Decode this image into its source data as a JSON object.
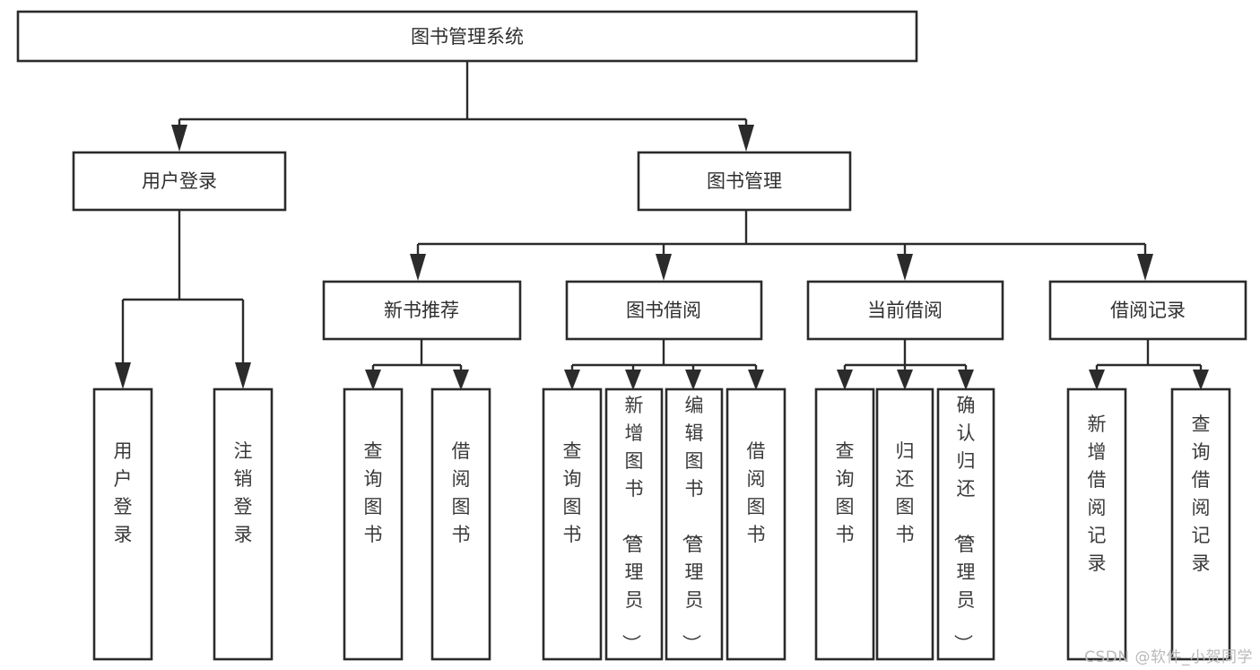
{
  "diagram": {
    "title": "图书管理系统",
    "type": "tree-hierarchy-chart",
    "root": {
      "id": "root",
      "label": "图书管理系统",
      "orientation": "horizontal"
    },
    "level2": [
      {
        "id": "user-login",
        "label": "用户登录",
        "orientation": "horizontal"
      },
      {
        "id": "book-manage",
        "label": "图书管理",
        "orientation": "horizontal"
      }
    ],
    "level3": [
      {
        "id": "new-book-recommend",
        "label": "新书推荐",
        "orientation": "horizontal",
        "parent": "book-manage"
      },
      {
        "id": "book-borrow",
        "label": "图书借阅",
        "orientation": "horizontal",
        "parent": "book-manage"
      },
      {
        "id": "current-borrow",
        "label": "当前借阅",
        "orientation": "horizontal",
        "parent": "book-manage"
      },
      {
        "id": "borrow-record",
        "label": "借阅记录",
        "orientation": "horizontal",
        "parent": "book-manage"
      }
    ],
    "leaves": [
      {
        "id": "leaf-user-login",
        "label": "用户登录",
        "orientation": "vertical",
        "parent": "user-login"
      },
      {
        "id": "leaf-logout-login",
        "label": "注销登录",
        "orientation": "vertical",
        "parent": "user-login"
      },
      {
        "id": "leaf-query-book-1",
        "label": "查询图书",
        "orientation": "vertical",
        "parent": "new-book-recommend"
      },
      {
        "id": "leaf-borrow-book-1",
        "label": "借阅图书",
        "orientation": "vertical",
        "parent": "new-book-recommend"
      },
      {
        "id": "leaf-query-book-2",
        "label": "查询图书",
        "orientation": "vertical",
        "parent": "book-borrow"
      },
      {
        "id": "leaf-add-book",
        "label": "新增图书（管理员）",
        "orientation": "vertical",
        "parent": "book-borrow"
      },
      {
        "id": "leaf-edit-book",
        "label": "编辑图书（管理员）",
        "orientation": "vertical",
        "parent": "book-borrow"
      },
      {
        "id": "leaf-borrow-book-2",
        "label": "借阅图书",
        "orientation": "vertical",
        "parent": "book-borrow"
      },
      {
        "id": "leaf-query-book-3",
        "label": "查询图书",
        "orientation": "vertical",
        "parent": "current-borrow"
      },
      {
        "id": "leaf-return-book",
        "label": "归还图书",
        "orientation": "vertical",
        "parent": "current-borrow"
      },
      {
        "id": "leaf-confirm-return",
        "label": "确认归还（管理员）",
        "orientation": "vertical",
        "parent": "current-borrow"
      },
      {
        "id": "leaf-add-borrow-record",
        "label": "新增借阅记录",
        "orientation": "vertical",
        "parent": "borrow-record"
      },
      {
        "id": "leaf-query-borrow-record",
        "label": "查询借阅记录",
        "orientation": "vertical",
        "parent": "borrow-record"
      }
    ],
    "colors": {
      "box_fill": "#ffffff",
      "box_stroke": "#2b2b2b",
      "text": "#2f2f2f",
      "edge": "#2b2b2b",
      "background": "#ffffff",
      "watermark": "#b9b9b9"
    }
  },
  "watermark": {
    "text": "CSDN @软件_小贺同学"
  }
}
